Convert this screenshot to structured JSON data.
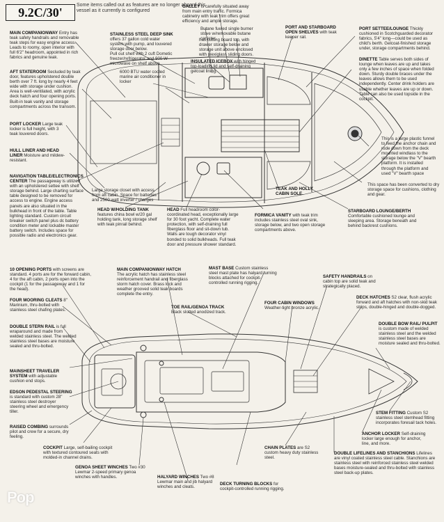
{
  "header": {
    "model": "9.2C/30'",
    "note": "Some items called out as features are no longer aboard this vessel as it currently is configured"
  },
  "interior": [
    {
      "id": "main-companionway-entry",
      "title": "MAIN COMPANIONWAY",
      "text": " Entry has teak safety handrails and removable teak steps for easy engine access. Leads to roomy, open interior with full 6'2\" headroom, appointed in rich fabrics and genuine teak."
    },
    {
      "id": "aft-stateroom",
      "title": "AFT STATEROOM",
      "text": " Secluded by teak door, features upholstered double berth over 7 ft. long by nearly 4 feet wide with storage under cushion. Area is well-ventilated, with acrylic deck hatch and four opening ports. Built-in teak vanity and storage compartments across the transom."
    },
    {
      "id": "port-locker",
      "title": "PORT LOCKER",
      "text": " Large teak locker is full height, with 3 teak louvered doors."
    },
    {
      "id": "hull-liner",
      "title": "HULL LINER AND HEAD LINER",
      "text": " Moisture and mildew-resistant."
    },
    {
      "id": "nav-center",
      "title": "NAVIGATION TABLE/ELECTRONICS CENTER",
      "text": " The passageway is utilized with an upholstered settee with shelf storage behind. Large charting surface table designed to be removed for access to engine. Engine access panels are also situated in the bulkhead in front of the table. Table lighting standard. Custom circuit breaker switch panel plus dc battery condition meter and lockable master battery switch. Includes space for possible radio and electronics gear."
    },
    {
      "id": "sink",
      "title": "STAINLESS STEEL DEEP SINK",
      "text": " offers 37 gallon cold water system with pump, and louvered storage door below."
    },
    {
      "id": "freezer-note",
      "title": "",
      "text": "Pull out shelf with 2 cuft Dometic freezer/refrigerator and 900 W microwave on shelf above."
    },
    {
      "id": "ac-note",
      "title": "",
      "text": "6000 BTU water cooled marine air conditioner in locker"
    },
    {
      "id": "galley",
      "title": "GALLEY",
      "text": " is carefully situated away from main entry traffic. Formica cabinetry with teak trim offers great efficiency and ample storage."
    },
    {
      "id": "butane-note",
      "title": "",
      "text": "Butane fueled single burner stove w/removable butane canister."
    },
    {
      "id": "cutting-board",
      "title": "",
      "text": "has cutting board top, with drawer storage below and storage unit above enclosed with plexiglass sliding doors."
    },
    {
      "id": "icebox",
      "title": "INSULATED ICEBOX",
      "text": " with hinged top-loading lid and self-draining gelcoat lining."
    },
    {
      "id": "shelves",
      "title": "PORT AND STARBOARD OPEN SHELVES",
      "text": " with teak keeper rail."
    },
    {
      "id": "settee",
      "title": "PORT SETTEE/LOUNGE",
      "text": " Thickly cushioned in Scotchguarded decorator fabrics, 5'4\" long—could be used as child's berth. Gelcoat-finished storage under, storage compartments behind."
    },
    {
      "id": "dinette",
      "title": "DINETTE",
      "text": " Table serves both sides of lounge when leaves are up and takes only a few inches of space when folded down. Sturdy double braces under the leaves allows them to be used independently. Center drink holders are usable whether leaves are up or down. Table can also be used topside in the cockpit."
    },
    {
      "id": "funnel-note",
      "title": "",
      "text": "This is a large plastic funnel to feed the anchor chain and rode down from the deck mounted windlass to the storage below the \"V\" bearth platform. It is installed through the platform and used \"V\" bearth space"
    },
    {
      "id": "converted-note",
      "title": "",
      "text": "This space has been converted to dry storage space for cushions, clothing and gear."
    },
    {
      "id": "storage-closet",
      "title": "",
      "text": "Large storage closet with access from aft cabin. Space for batteries and 2500 watt inverter / charges"
    },
    {
      "id": "holding-tank",
      "title": "HEAD W/HOLDING TANK",
      "text": " features china bowl w/20 gal holding tank, long storage shelf with teak pinrail behind."
    },
    {
      "id": "head",
      "title": "HEAD",
      "text": " Full headroom color-coordinated head, exceptionally large for 30 foot yacht. Complete water protection, with self-draining full fiberglass floor and sit-down tub. Walls are tough decorator vinyl bonded to solid bulkheads. Full teak door and pressure shower standard."
    },
    {
      "id": "formica-vanity",
      "title": "FORMICA VANITY",
      "text": " with teak trim includes stainless steel oval sink, storage below, and two open storage compartments above."
    },
    {
      "id": "cabin-sole",
      "title": "TEAK AND HOLLY CABIN SOLE.",
      "text": ""
    },
    {
      "id": "starboard-lounge",
      "title": "STARBOARD LOUNGE/BERTH",
      "text": " Comfortable cushioned lounge and sleeping area. Storage beneath and behind backrest cushions."
    }
  ],
  "deck": [
    {
      "id": "opening-ports",
      "title": "10 OPENING PORTS",
      "text": " with screens are standard. 4 ports are for the forward cabin, 4 for the aft cabin, 2 ports open into the cockpit (1 for the passageway and 1 for the head)."
    },
    {
      "id": "main-hatch",
      "title": "MAIN COMPANIONWAY HATCH",
      "text": " The acrylic hatch has stainless steel reinforcement handrail and fiberglass storm hatch cover. Brass lock and weather grooved solid teak boards complete the entry."
    },
    {
      "id": "mast-base",
      "title": "MAST BASE",
      "text": " Custom stainless steel mast plate has halyard turning blocks attached for cockpit-controlled running rigging."
    },
    {
      "id": "safety-handrails",
      "title": "SAFETY HANDRAILS",
      "text": " on cabin top are solid teak and strategically placed."
    },
    {
      "id": "mooring-cleats",
      "title": "FOUR MOORING CLEATS",
      "text": " 8\" Marinium, thru-bolted with stainless steel chafing plates."
    },
    {
      "id": "toe-rail",
      "title": "TOE RAIL/GENOA TRACK",
      "text": " Black slotted anodized track."
    },
    {
      "id": "cabin-windows",
      "title": "FOUR CABIN WINDOWS",
      "text": " Weather-tight bronze acrylic."
    },
    {
      "id": "deck-hatches",
      "title": "DECK HATCHES",
      "text": " S2 clear, flush acrylic forward and aft hatches with non-skid teak strips, double-hinged and double-dogged."
    },
    {
      "id": "rub-rail",
      "title": "DOUBLE STERN RAIL",
      "text": " is full wraparound and made from welded stainless steel. The welded stainless steel bases are moisture sealed and thru-bolted."
    },
    {
      "id": "bow-rail",
      "title": "DOUBLE BOW RAIL/ PULPIT",
      "text": " is custom made of welded stainless steel and the welded stainless steel bases are moisture sealed and thru-bolted."
    },
    {
      "id": "mainsheet",
      "title": "MAINSHEET TRAVELER SYSTEM",
      "text": " with adjustable cushion end stops."
    },
    {
      "id": "edson",
      "title": "EDSON PEDESTAL STEERING",
      "text": " is standard with custom 28\" stainless steel destroyer steering wheel and emergency tiller."
    },
    {
      "id": "coaming",
      "title": "RAISED COMBING",
      "text": " surrounds pilot and crew for a secure, dry feeling."
    },
    {
      "id": "stem-fitting",
      "title": "STEM FITTING",
      "text": " Custom S2 stainless steel stemhead fitting incorporates foresail tack holes."
    },
    {
      "id": "anchor-locker",
      "title": "ANCHOR LOCKER",
      "text": " Self-draining locker large enough for anchor, line, and more."
    },
    {
      "id": "cockpit",
      "title": "COCKPIT",
      "text": " Large, self-bailing cockpit with textured contoured seats with molded-in channel drains."
    },
    {
      "id": "chain-plates",
      "title": "CHAIN PLATES",
      "text": " are S2 custom heavy duty stainless steel."
    },
    {
      "id": "genoa-winches",
      "title": "GENOA SHEET WINCHES",
      "text": " Two #30 Lewmar 2-speed primary genoa winches with handles."
    },
    {
      "id": "lifelines",
      "title": "DOUBLE LIFELINES AND STANCHIONS",
      "text": " Lifelines are vinyl coated stainless steel cable. Stanchions are stainless steel with reinforced stainless steel welded bases moisture-sealed and thru-bolted with stainless steel back-up plates."
    },
    {
      "id": "halyard-winches",
      "title": "HALYARD WINCHES",
      "text": " Two #8 Lewmar main and jib halyard winches and cleats."
    },
    {
      "id": "turning-blocks",
      "title": "DECK TURNING BLOCKS",
      "text": " for cockpit-controlled running rigging."
    }
  ],
  "watermark": "Pop"
}
